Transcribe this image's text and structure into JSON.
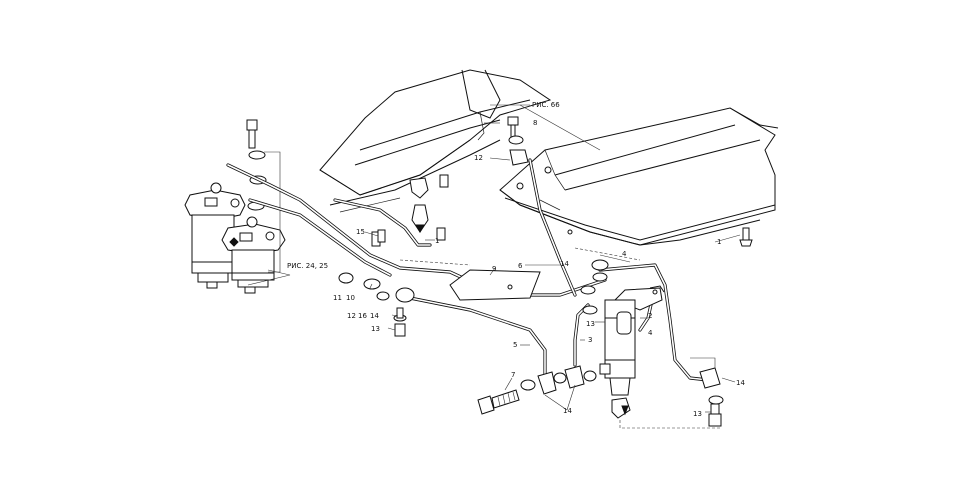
{
  "diagram": {
    "refs": {
      "ris66": "РИС. 66",
      "ris2425": "РИС. 24, 25"
    },
    "labels": {
      "l1a": "1",
      "l1b": "1",
      "l2": "2",
      "l3": "3",
      "l4a": "4",
      "l4b": "4",
      "l5": "5",
      "l6": "6",
      "l7": "7",
      "l8": "8",
      "l9": "9",
      "l10": "10",
      "l11": "11",
      "l12a": "12",
      "l12b": "12",
      "l13a": "13",
      "l13b": "13",
      "l13c": "13",
      "l14a": "14",
      "l14b": "14",
      "l14c": "14",
      "l14d": "14",
      "l15": "15",
      "l16": "16"
    }
  }
}
